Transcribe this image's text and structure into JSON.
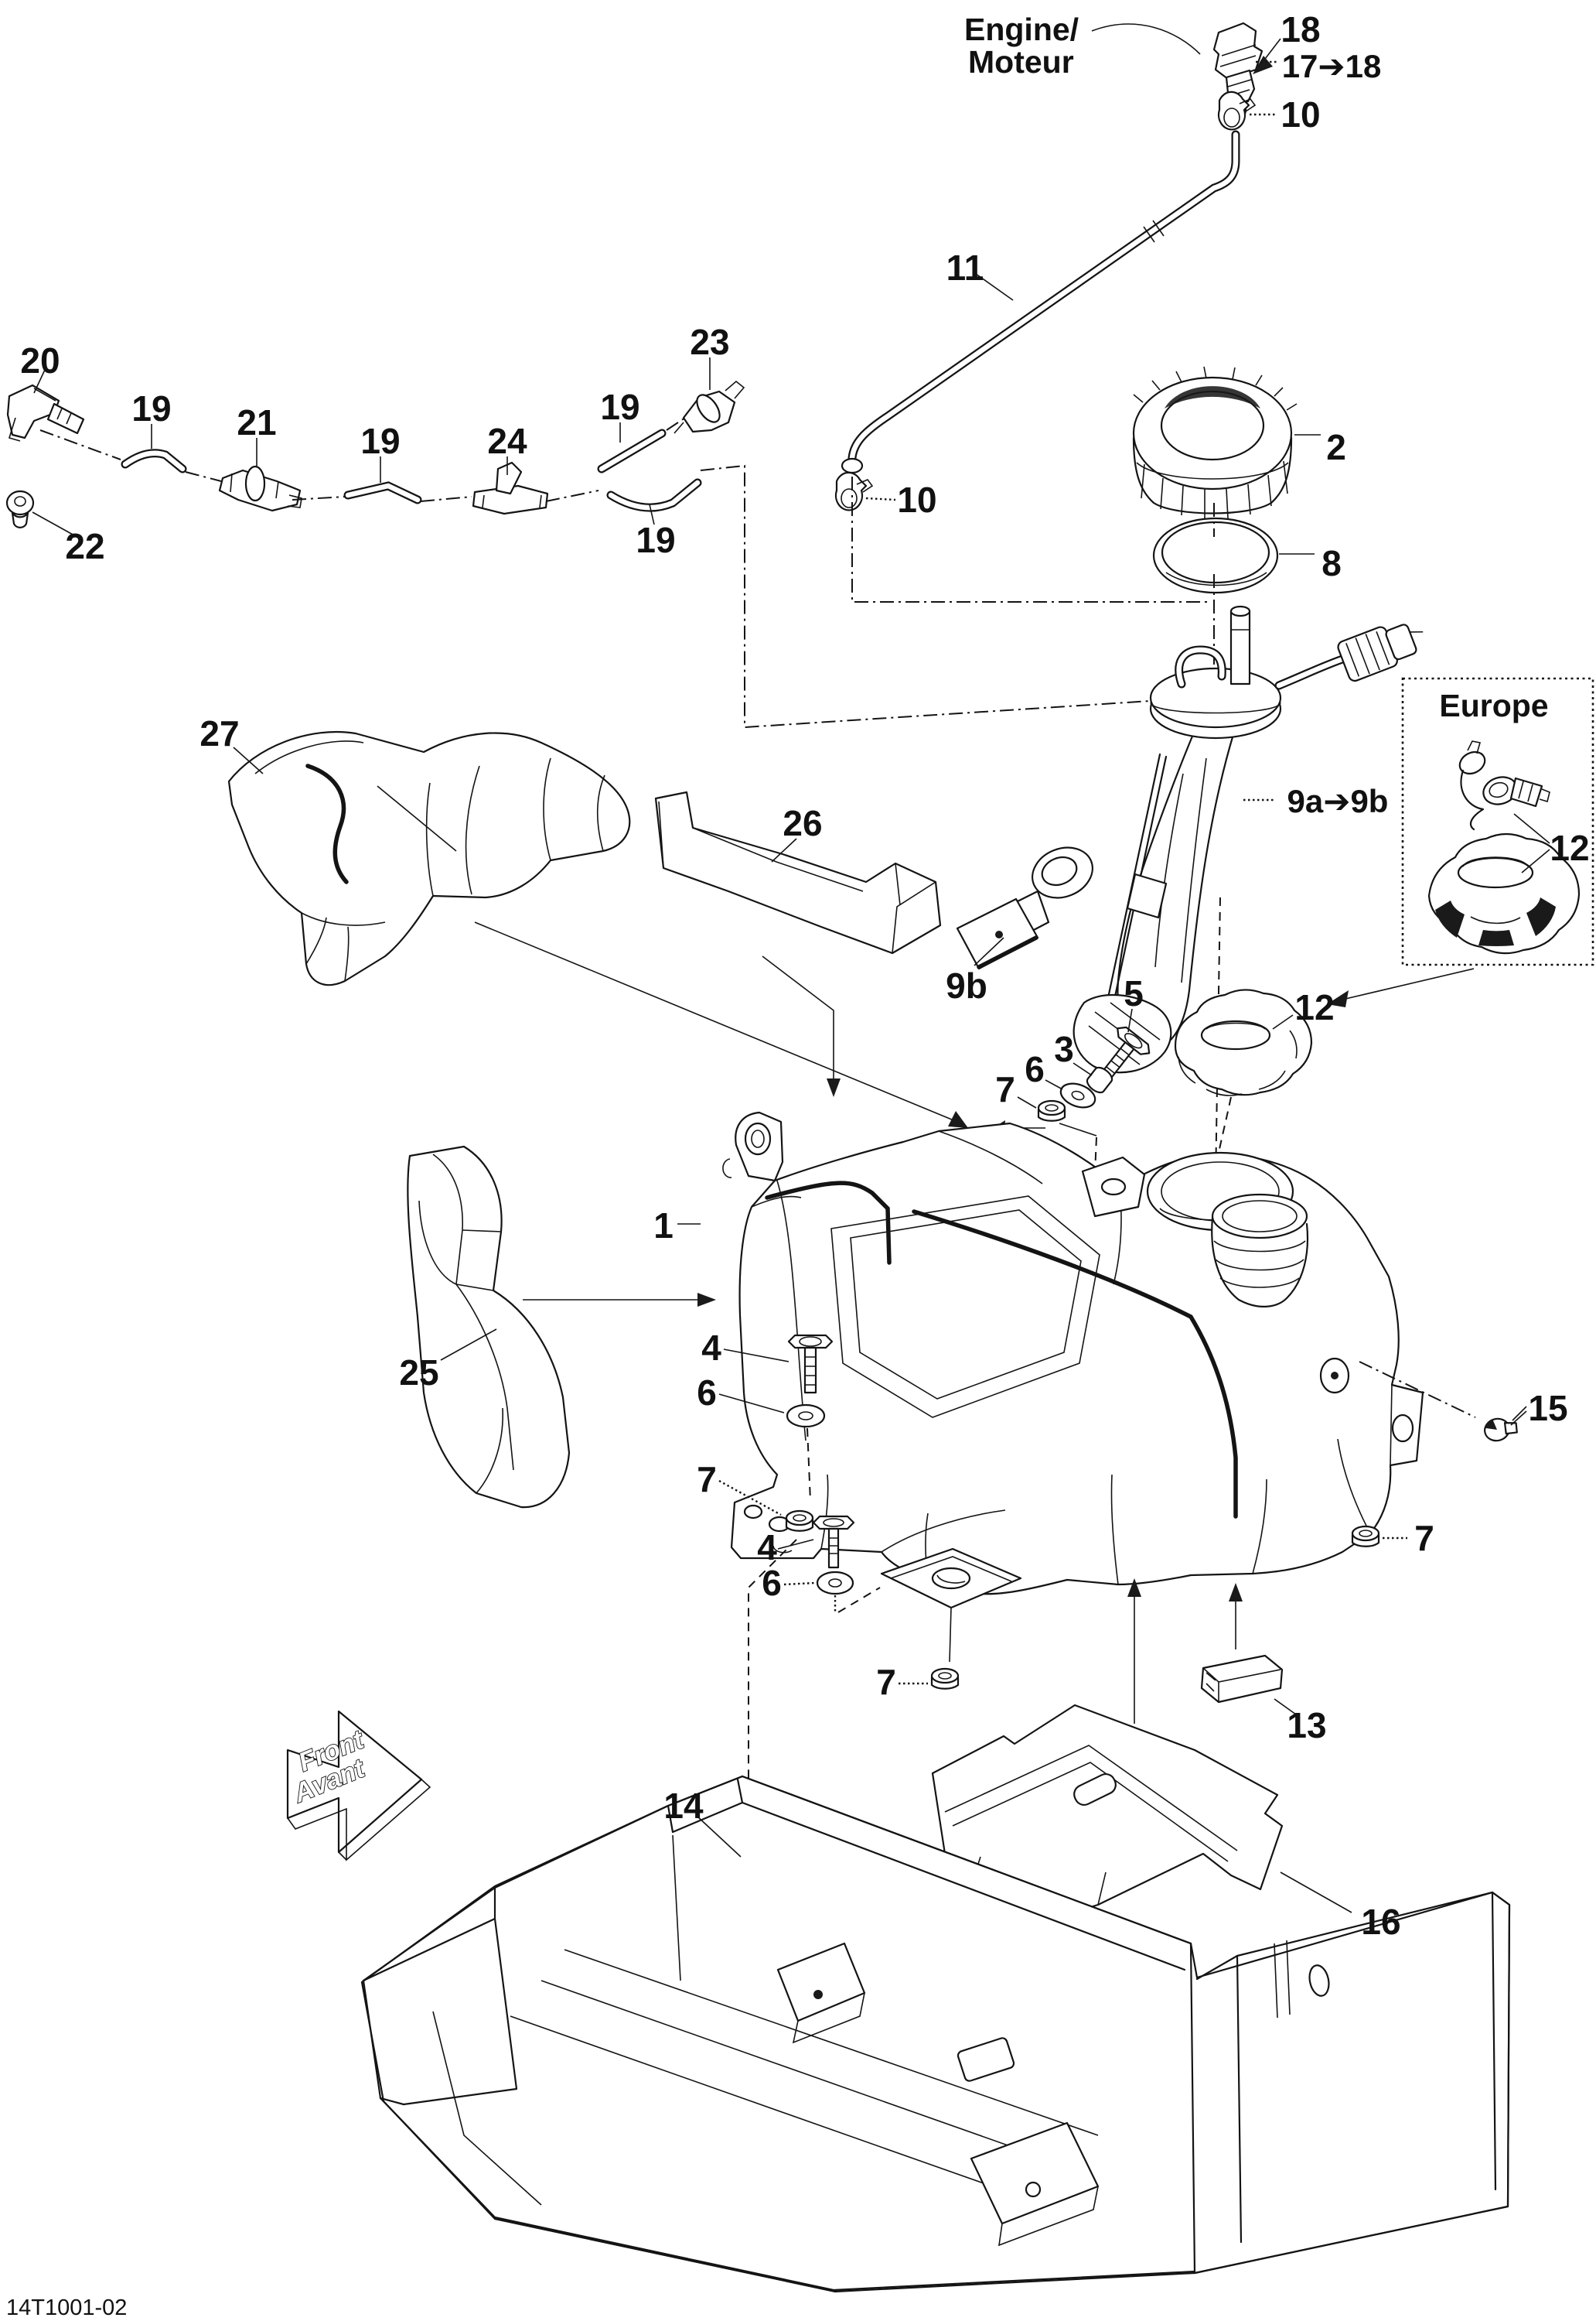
{
  "document": {
    "type": "exploded-parts-diagram",
    "subject": "Fuel tank assembly",
    "sheet_code": "14T1001-02"
  },
  "annotations": {
    "engine_label": {
      "line1": "Engine/",
      "line2": "Moteur"
    },
    "europe_box_title": "Europe",
    "front_direction_arrow": {
      "line1": "Front",
      "line2": "Avant"
    }
  },
  "colors": {
    "line": "#141414",
    "background": "#ffffff"
  },
  "callouts": [
    {
      "ref": "18",
      "part": "fuel-line-quick-connector"
    },
    {
      "ref": "17➔18",
      "part": "connector-replacement-adapter"
    },
    {
      "ref": "10",
      "part": "hose-clamp-upper"
    },
    {
      "ref": "11",
      "part": "fuel-supply-hose"
    },
    {
      "ref": "2",
      "part": "fuel-pump-ring-nut"
    },
    {
      "ref": "10",
      "part": "hose-clamp-lower"
    },
    {
      "ref": "8",
      "part": "fuel-pump-gasket"
    },
    {
      "ref": "20",
      "part": "elbow-fitting"
    },
    {
      "ref": "19",
      "part": "vent-hose-1"
    },
    {
      "ref": "21",
      "part": "inline-check-valve"
    },
    {
      "ref": "22",
      "part": "grommet"
    },
    {
      "ref": "19",
      "part": "vent-hose-2"
    },
    {
      "ref": "24",
      "part": "tee-fitting"
    },
    {
      "ref": "19",
      "part": "vent-hose-3"
    },
    {
      "ref": "23",
      "part": "inline-check-valve-2"
    },
    {
      "ref": "19",
      "part": "vent-hose-4"
    },
    {
      "ref": "27",
      "part": "heat-shield"
    },
    {
      "ref": "26",
      "part": "support-bracket"
    },
    {
      "ref": "9a➔9b",
      "part": "fuel-pump-module"
    },
    {
      "ref": "9b",
      "part": "fuel-pump-support-bracket"
    },
    {
      "ref": "12",
      "part": "fuel-cap-europe-tethered"
    },
    {
      "ref": "12",
      "part": "fuel-cap"
    },
    {
      "ref": "5",
      "part": "hex-flange-bolt"
    },
    {
      "ref": "3",
      "part": "spacer-bushing"
    },
    {
      "ref": "6",
      "part": "flat-washer"
    },
    {
      "ref": "7",
      "part": "flanged-nut"
    },
    {
      "ref": "1",
      "part": "fuel-tank"
    },
    {
      "ref": "25",
      "part": "side-heat-shield"
    },
    {
      "ref": "4",
      "part": "hex-bolt-front"
    },
    {
      "ref": "6",
      "part": "flat-washer-front"
    },
    {
      "ref": "7",
      "part": "flanged-nut-front"
    },
    {
      "ref": "4",
      "part": "hex-bolt-lower"
    },
    {
      "ref": "6",
      "part": "flat-washer-lower"
    },
    {
      "ref": "15",
      "part": "push-screw"
    },
    {
      "ref": "7",
      "part": "flanged-nut-right"
    },
    {
      "ref": "7",
      "part": "flanged-nut-bottom"
    },
    {
      "ref": "13",
      "part": "foam-spacer"
    },
    {
      "ref": "14",
      "part": "tank-support-tray"
    },
    {
      "ref": "16",
      "part": "protective-pad"
    }
  ]
}
